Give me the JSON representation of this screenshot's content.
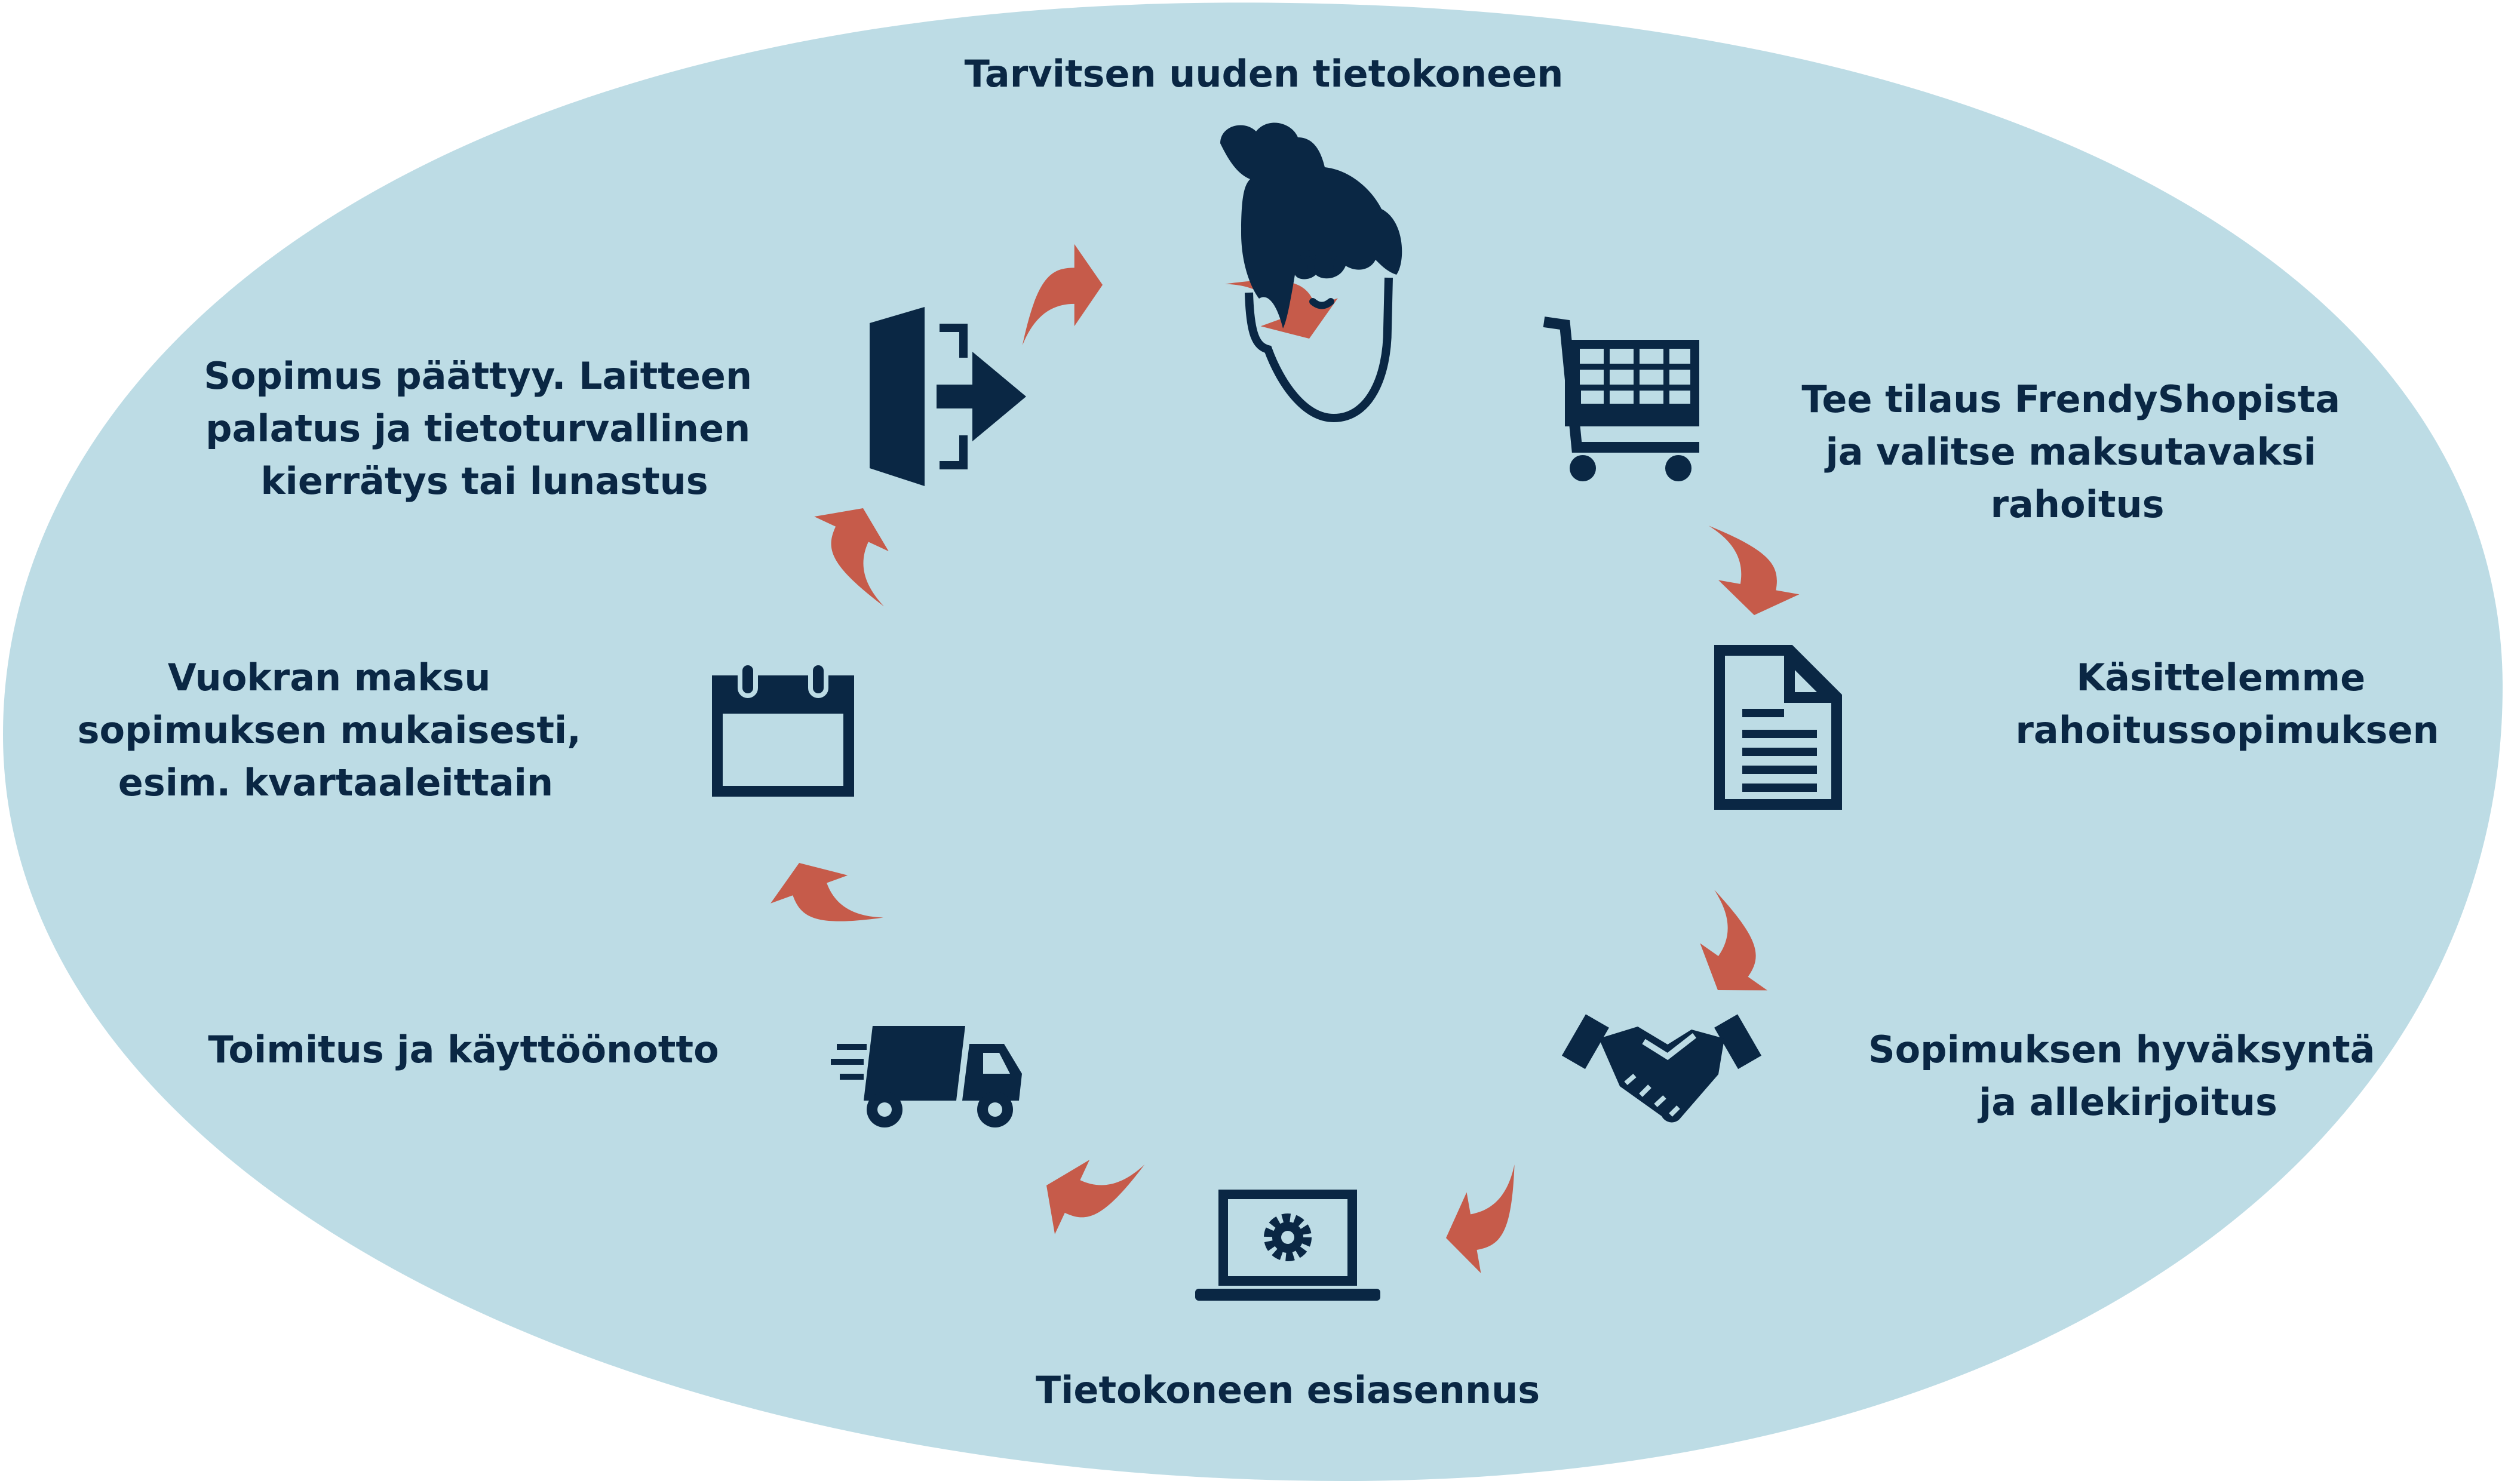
{
  "colors": {
    "background": "#bddce5",
    "icon": "#0a2744",
    "arrow": "#c65b4a"
  },
  "steps": [
    {
      "icon": "person-icon",
      "lines": [
        "Tarvitsen uuden tietokoneen"
      ]
    },
    {
      "icon": "shopping-cart-icon",
      "lines": [
        "Tee tilaus FrendyShopista",
        "ja valitse maksutavaksi",
        "rahoitus"
      ]
    },
    {
      "icon": "document-icon",
      "lines": [
        "Käsittelemme",
        "rahoitussopimuksen"
      ]
    },
    {
      "icon": "handshake-icon",
      "lines": [
        "Sopimuksen hyväksyntä",
        "ja allekirjoitus"
      ]
    },
    {
      "icon": "laptop-gear-icon",
      "lines": [
        "Tietokoneen esiasennus"
      ]
    },
    {
      "icon": "delivery-truck-icon",
      "lines": [
        "Toimitus ja käyttöönotto"
      ]
    },
    {
      "icon": "calendar-icon",
      "lines": [
        "Vuokran maksu",
        "sopimuksen mukaisesti,",
        "esim. kvartaaleittain"
      ]
    },
    {
      "icon": "exit-door-icon",
      "lines": [
        "Sopimus päättyy. Laitteen",
        "palatus ja tietoturvallinen",
        "kierrätys tai lunastus"
      ]
    }
  ]
}
